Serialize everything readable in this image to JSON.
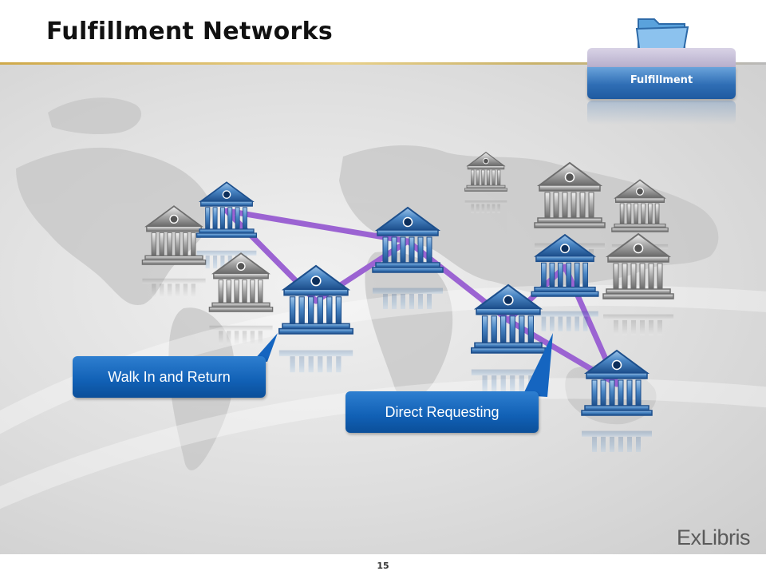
{
  "slide": {
    "title": "Fulfillment Networks",
    "page_number": "15"
  },
  "section_tab": {
    "label": "Fulfillment",
    "icon": "folder-icon"
  },
  "callouts": {
    "walk_in": "Walk In and Return",
    "direct": "Direct Requesting"
  },
  "logo": {
    "text": "ExLibris"
  },
  "colors": {
    "link": "#9b63d2",
    "library_blue": "#2f6aa8",
    "library_gray": "#8a8a8a",
    "callout": "#1565c0",
    "title_rule": "#d4b15a"
  },
  "diagram": {
    "nodes": [
      {
        "id": "lib-a",
        "style": "gray"
      },
      {
        "id": "lib-b",
        "style": "blue"
      },
      {
        "id": "lib-c",
        "style": "gray"
      },
      {
        "id": "lib-d",
        "style": "blue"
      },
      {
        "id": "lib-e",
        "style": "blue"
      },
      {
        "id": "lib-f",
        "style": "gray"
      },
      {
        "id": "lib-g",
        "style": "gray"
      },
      {
        "id": "lib-h",
        "style": "gray"
      },
      {
        "id": "lib-i",
        "style": "blue"
      },
      {
        "id": "lib-j",
        "style": "gray"
      },
      {
        "id": "lib-k",
        "style": "blue"
      },
      {
        "id": "lib-l",
        "style": "blue"
      }
    ],
    "links": [
      [
        "lib-b",
        "lib-e"
      ],
      [
        "lib-b",
        "lib-d"
      ],
      [
        "lib-d",
        "lib-e"
      ],
      [
        "lib-e",
        "lib-k"
      ],
      [
        "lib-k",
        "lib-i"
      ],
      [
        "lib-i",
        "lib-l"
      ],
      [
        "lib-k",
        "lib-l"
      ]
    ]
  }
}
